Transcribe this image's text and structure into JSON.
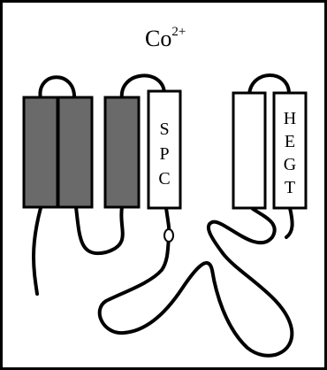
{
  "figure": {
    "ion": {
      "base": "Co",
      "superscript": "2+"
    },
    "colors": {
      "frame": "#000000",
      "background": "#ffffff",
      "filled_helix": "#6a6a6a",
      "open_helix": "#ffffff",
      "loop": "#000000"
    },
    "helices": [
      {
        "kind": "filled"
      },
      {
        "kind": "filled"
      },
      {
        "kind": "filled"
      },
      {
        "kind": "open",
        "letters": [
          "S",
          "P",
          "C"
        ]
      },
      {
        "kind": "open"
      },
      {
        "kind": "open",
        "letters": [
          "H",
          "E",
          "G",
          "T"
        ]
      }
    ],
    "marker": {
      "shape": "oval",
      "fill": "#ffffff"
    }
  }
}
